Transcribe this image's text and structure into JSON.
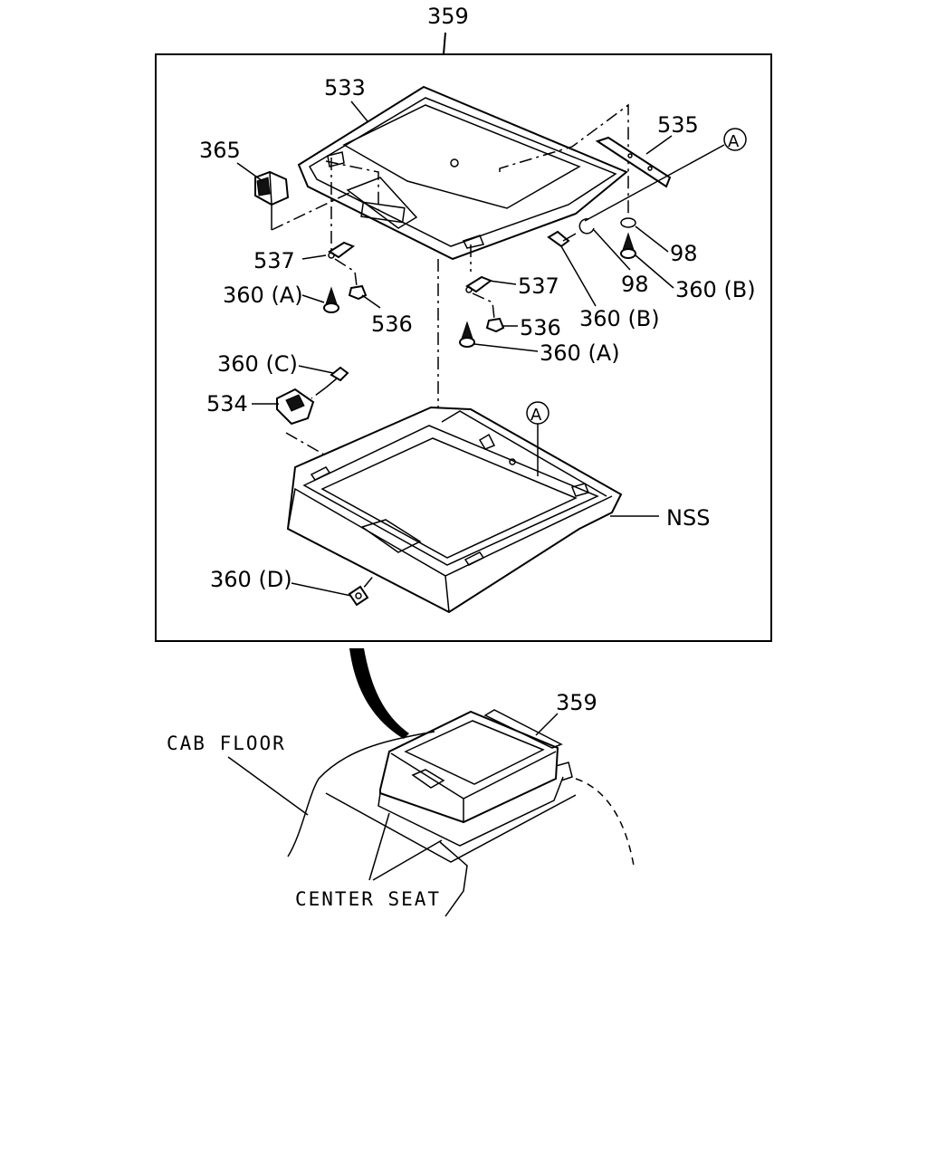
{
  "diagram": {
    "callouts": {
      "assembly_top": "359",
      "lid": "533",
      "latch_365": "365",
      "bracket_535": "535",
      "circle_a_top": "A",
      "clip_537_left": "537",
      "clip_537_right": "537",
      "screw_360a_left": "360 (A)",
      "bumper_536_left": "536",
      "bumper_536_right": "536",
      "screw_360a_right": "360 (A)",
      "washer_98_right": "98",
      "washer_98_mid": "98",
      "screw_360b_right": "360 (B)",
      "screw_360b_mid": "360 (B)",
      "screw_360c": "360 (C)",
      "striker_534": "534",
      "circle_a_bottom": "A",
      "nss": "NSS",
      "screw_360d": "360 (D)",
      "assembly_bottom": "359",
      "cab_floor": "CAB FLOOR",
      "center_seat": "CENTER SEAT"
    }
  }
}
